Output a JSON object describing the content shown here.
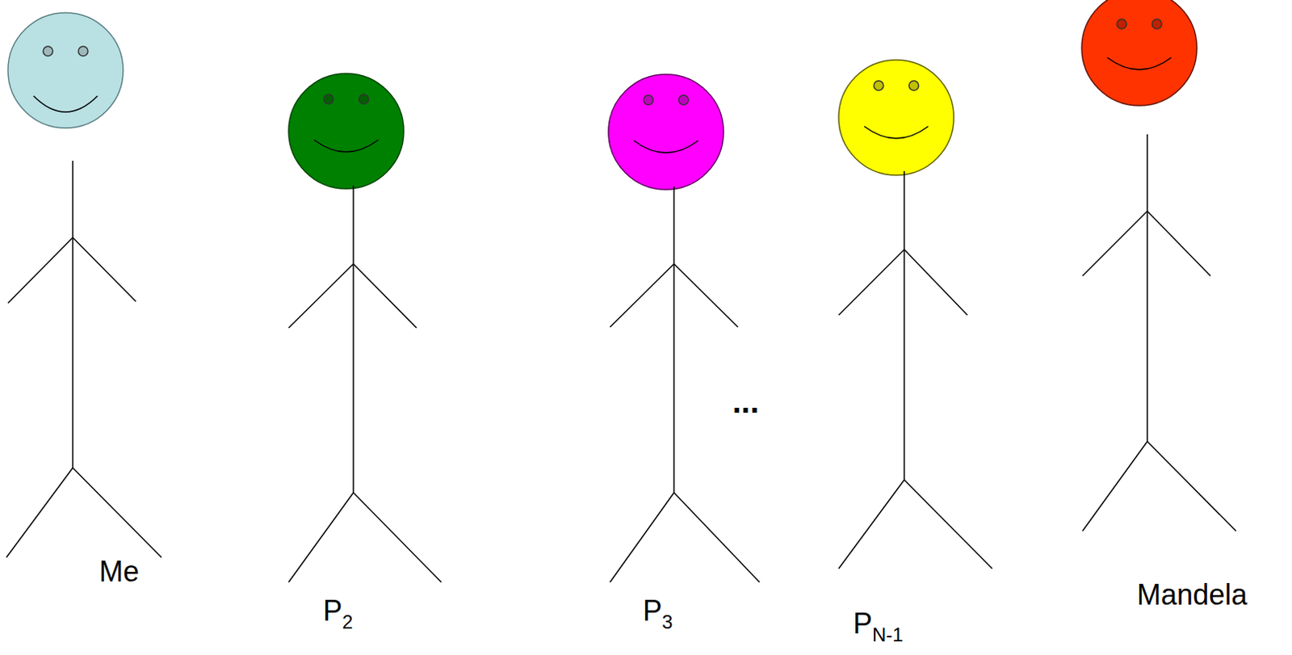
{
  "diagram": {
    "labels": [
      "Me",
      "P",
      "2",
      "P",
      "3",
      "...",
      "P",
      "N-1",
      "Mandela"
    ]
  }
}
